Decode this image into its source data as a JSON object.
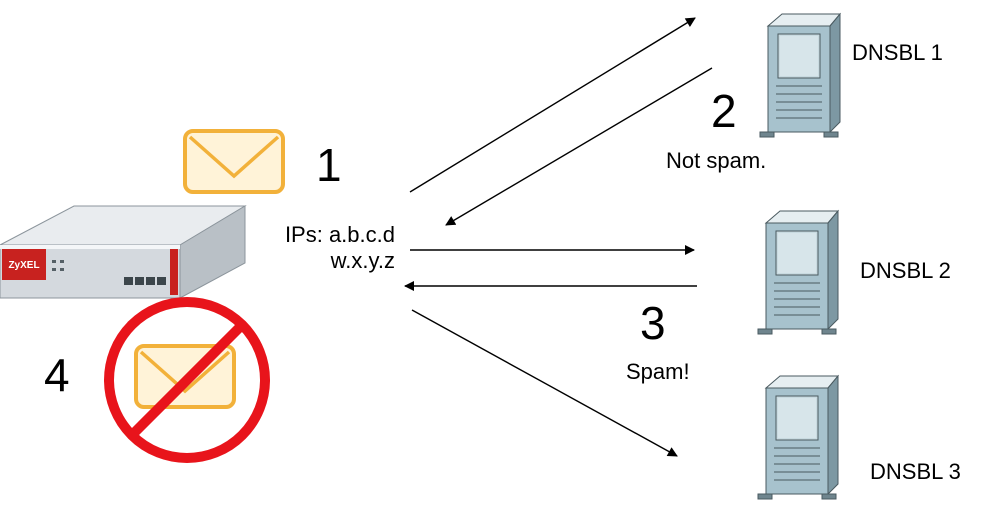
{
  "device": {
    "brand": "ZyXEL"
  },
  "servers": [
    {
      "label": "DNSBL 1"
    },
    {
      "label": "DNSBL 2"
    },
    {
      "label": "DNSBL 3"
    }
  ],
  "steps": [
    {
      "number": "1",
      "text_lines": [
        "IPs: a.b.c.d",
        "w.x.y.z"
      ]
    },
    {
      "number": "2",
      "text": "Not spam."
    },
    {
      "number": "3",
      "text": "Spam!"
    },
    {
      "number": "4"
    }
  ],
  "colors": {
    "envelope_fill": "#fff3d8",
    "envelope_stroke": "#f2b13a",
    "prohibition": "#e8141b",
    "router_accent": "#c8221f",
    "server_body": "#a7c2cd"
  }
}
